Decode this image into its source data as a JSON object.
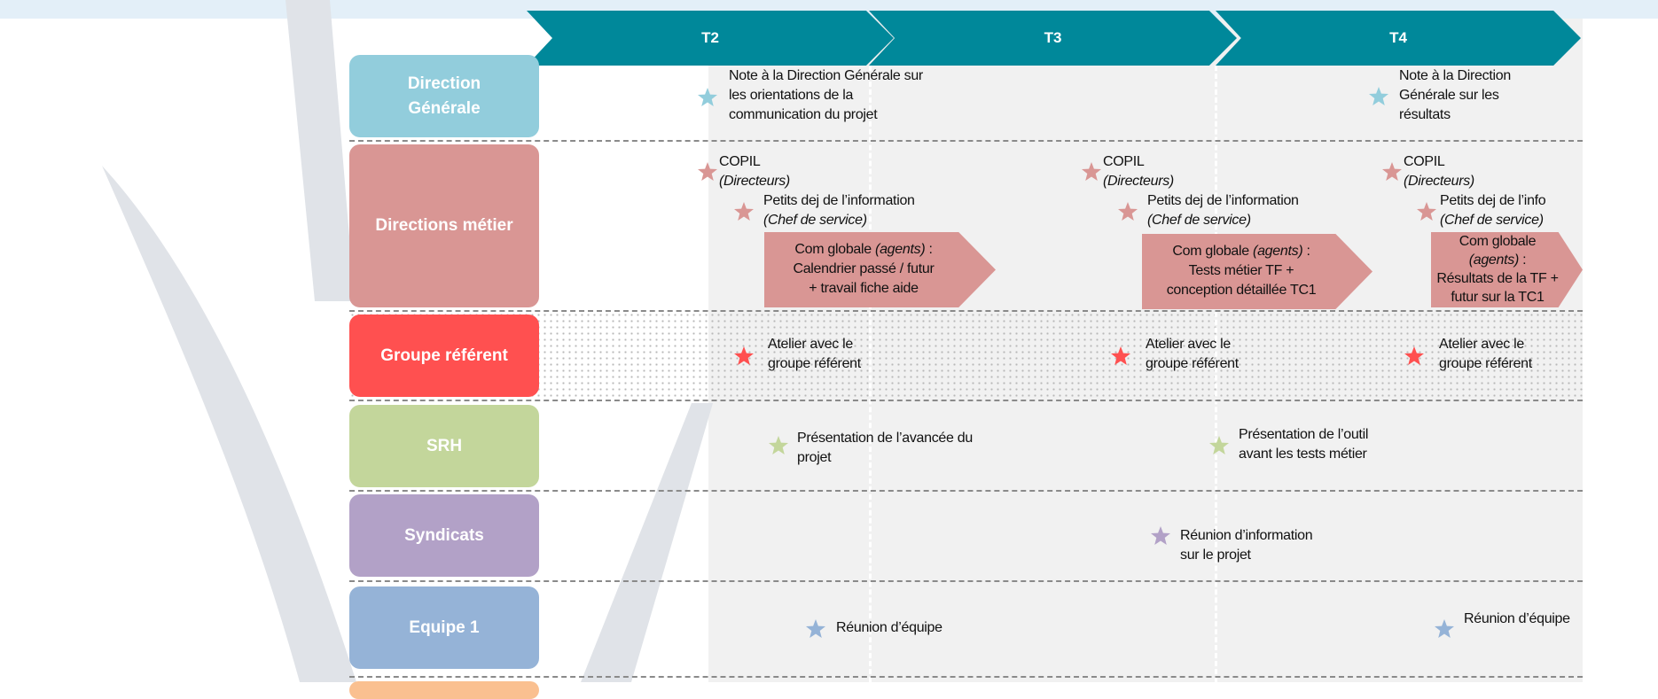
{
  "phases": [
    "T2",
    "T3",
    "T4"
  ],
  "rows": [
    {
      "label": "Direction\nGénérale",
      "color": "#92cddc"
    },
    {
      "label": "Directions métier",
      "color": "#d99694"
    },
    {
      "label": "Groupe référent",
      "color": "#ff5050"
    },
    {
      "label": "SRH",
      "color": "#c3d69b"
    },
    {
      "label": "Syndicats",
      "color": "#b2a1c7"
    },
    {
      "label": "Equipe 1",
      "color": "#95b3d7"
    }
  ],
  "events": {
    "dg_t2": "Note à la Direction Générale sur\nles orientations de la\ncommunication du projet",
    "dg_t4": "Note à la Direction\nGénérale sur les\nrésultats",
    "copil": {
      "title": "COPIL",
      "sub": "(Directeurs)"
    },
    "petits_t2": {
      "title": "Petits dej de l’information",
      "sub": "(Chef de service)"
    },
    "petits_t3": {
      "title": "Petits dej de l’information",
      "sub": "(Chef de service)"
    },
    "petits_t4": {
      "title": "Petits dej de l’info",
      "sub": "(Chef de service)"
    },
    "com_t2": {
      "pre": "Com globale ",
      "it": "(agents)",
      "post": " :\nCalendrier passé / futur\n+ travail fiche aide"
    },
    "com_t3": {
      "pre": "Com globale ",
      "it": "(agents)",
      "post": " :\nTests métier TF +\nconception détaillée TC1"
    },
    "com_t4": {
      "pre": "Com globale\n",
      "it": "(agents)",
      "post": " :\nRésultats de la TF +\nfutur sur la TC1"
    },
    "atelier": "Atelier avec le\ngroupe référent",
    "srh_t2": "Présentation de l’avancée du\nprojet",
    "srh_t3": "Présentation de l’outil\navant les tests métier",
    "syn_t3": "Réunion d’information\nsur le projet",
    "equipe": "Réunion d’équipe"
  },
  "colors": {
    "phase": "#00889a",
    "next_row": "#fac090"
  }
}
